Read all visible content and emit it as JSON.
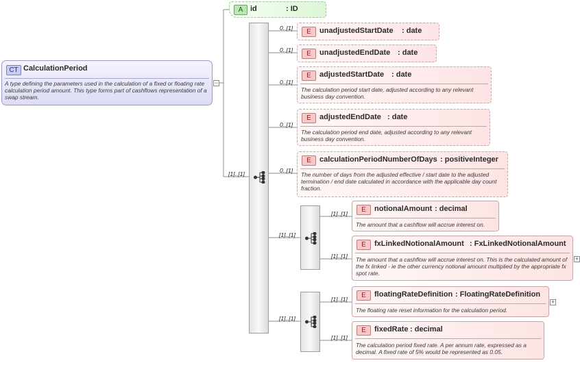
{
  "complex_type": {
    "badge": "CT",
    "name": "CalculationPeriod",
    "description": "A type defining the parameters used in the calculation of a fixed or floating rate calculation period amount. This type forms part of cashflows representation of a swap stream."
  },
  "attribute": {
    "badge": "A",
    "name": "id",
    "type": ": ID"
  },
  "main_sequence_cardinality": "[1]..[1]",
  "elements": [
    {
      "badge": "E",
      "name": "unadjustedStartDate",
      "type": ": date",
      "cardinality": "0..[1]",
      "description": ""
    },
    {
      "badge": "E",
      "name": "unadjustedEndDate",
      "type": ": date",
      "cardinality": "0..[1]",
      "description": ""
    },
    {
      "badge": "E",
      "name": "adjustedStartDate",
      "type": ": date",
      "cardinality": "0..[1]",
      "description": "The calculation period start date, adjusted according to any relevant business day convention."
    },
    {
      "badge": "E",
      "name": "adjustedEndDate",
      "type": ": date",
      "cardinality": "0..[1]",
      "description": "The calculation period end date, adjusted according to any relevant business day convention."
    },
    {
      "badge": "E",
      "name": "calculationPeriodNumberOfDays",
      "type": ": positiveInteger",
      "cardinality": "0..[1]",
      "description": "The number of days from the adjusted effective / start date to the adjusted termination / end date calculated in accordance with the applicable day count fraction."
    }
  ],
  "sub_sequences": [
    {
      "cardinality": "[1]..[1]",
      "elements": [
        {
          "badge": "E",
          "name": "notionalAmount",
          "type": ": decimal",
          "cardinality": "[1]..[1]",
          "description": "The amount that a cashflow will accrue interest on."
        },
        {
          "badge": "E",
          "name": "fxLinkedNotionalAmount",
          "type": ": FxLinkedNotionalAmount",
          "cardinality": "[1]..[1]",
          "description": "The amount that a cashflow will accrue interest on. This is the calculated amount of the fx linked - ie the other currency notional amount multiplied by the appropriate fx spot rate."
        }
      ]
    },
    {
      "cardinality": "[1]..[1]",
      "elements": [
        {
          "badge": "E",
          "name": "floatingRateDefinition",
          "type": ": FloatingRateDefinition",
          "cardinality": "[1]..[1]",
          "description": "The floating rate reset information for the calculation period."
        },
        {
          "badge": "E",
          "name": "fixedRate",
          "type": ": decimal",
          "cardinality": "[1]..[1]",
          "description": "The calculation period fixed rate. A per annum rate, expressed as a decimal. A fixed rate of 5% would be represented as 0.05."
        }
      ]
    }
  ],
  "expander_symbols": {
    "collapse": "−",
    "expand": "+"
  }
}
